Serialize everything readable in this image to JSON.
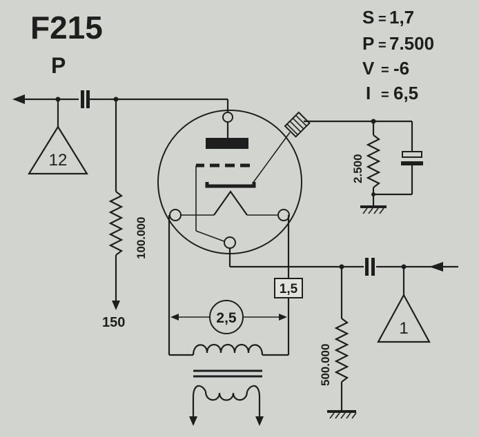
{
  "header": {
    "tube_code": "F215",
    "tube_type": "P"
  },
  "specs": [
    {
      "symbol": "S",
      "sep": "=",
      "value": "1,7"
    },
    {
      "symbol": "P",
      "sep": "=",
      "value": "7.500"
    },
    {
      "symbol": "V",
      "sep": "=",
      "value": "-6"
    },
    {
      "symbol": "I",
      "sep": "=",
      "value": "6,5"
    }
  ],
  "components": {
    "anode_resistor": "100.000",
    "supply_voltage": "150",
    "cathode_resistor": "2.500",
    "filament_voltage": "2,5",
    "filament_resistor": "1,5",
    "grid_resistor": "500.000",
    "output_stage_marker": "12",
    "input_stage_marker": "1"
  },
  "colors": {
    "ink": "#1e1e1e",
    "paper": "#d2d4cf"
  }
}
